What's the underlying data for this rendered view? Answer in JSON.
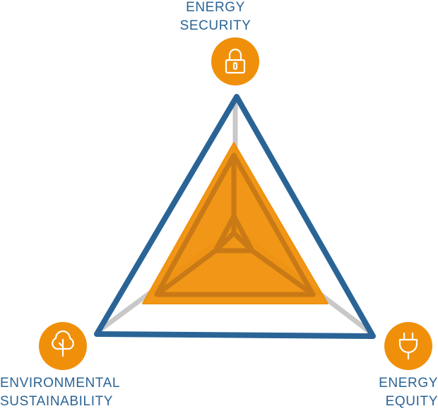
{
  "labels": {
    "energy_security": [
      "ENERGY",
      "SECURITY"
    ],
    "environmental_sustainability": [
      "ENVIRONMENTAL",
      "SUSTAINABILITY"
    ],
    "energy_equity": [
      "ENERGY",
      "EQUITY"
    ]
  },
  "icons": {
    "energy_security": "lock-icon",
    "environmental_sustainability": "tree-icon",
    "energy_equity": "plug-icon"
  },
  "colors": {
    "outline": "#2a6496",
    "axis": "#c8c8c8",
    "fill": "#f0900a",
    "inner_lines": "#c97a16",
    "text": "#2a6496",
    "icon_circle": "#f0900a"
  }
}
